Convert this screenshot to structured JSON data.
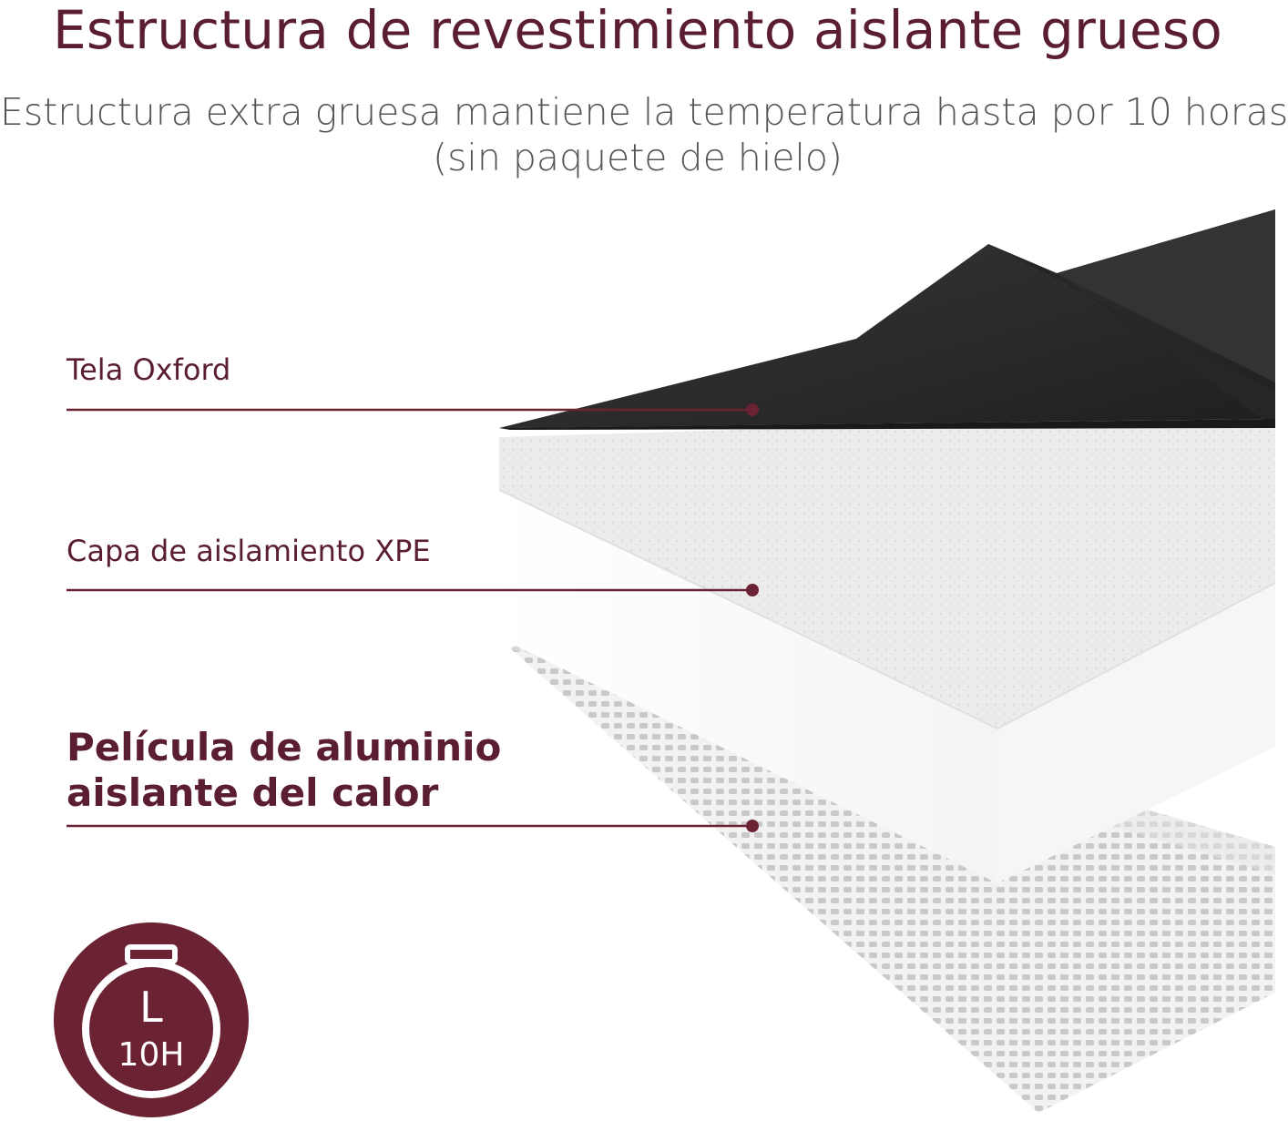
{
  "header": {
    "title": "Estructura de revestimiento aislante grueso",
    "subtitle_line1": "Estructura extra gruesa mantiene la temperatura hasta por 10 horas",
    "subtitle_line2": "(sin paquete de hielo)"
  },
  "layers": [
    {
      "label": "Tela Oxford"
    },
    {
      "label": "Capa de aislamiento XPE"
    },
    {
      "label_line1": "Película de aluminio",
      "label_line2": "aislante del calor"
    }
  ],
  "badge": {
    "icon": "timer-icon",
    "letter": "L",
    "duration": "10H",
    "color": "#6b2233"
  },
  "colors": {
    "accent": "#5a1e30",
    "line": "#6b2233",
    "fabric": "#2a2a2a",
    "foam": "#f0f0f0",
    "foil": "#dcdcdc"
  }
}
